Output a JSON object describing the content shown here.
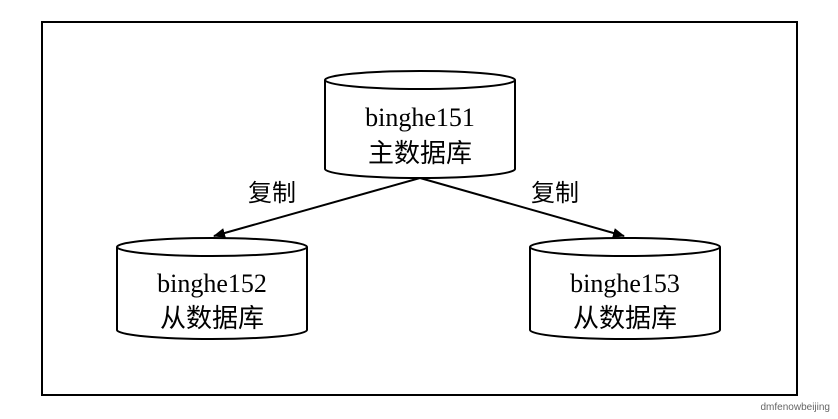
{
  "nodes": {
    "master": {
      "name": "binghe151",
      "role": "主数据库"
    },
    "slave1": {
      "name": "binghe152",
      "role": "从数据库"
    },
    "slave2": {
      "name": "binghe153",
      "role": "从数据库"
    }
  },
  "edges": {
    "left": {
      "label": "复制"
    },
    "right": {
      "label": "复制"
    }
  },
  "watermark": "dmfenowbeijing"
}
